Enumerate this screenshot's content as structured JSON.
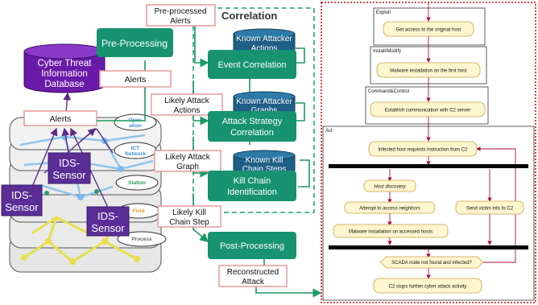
{
  "left": {
    "db": "Cyber Threat Information Database",
    "db_lines": [
      "Cyber Threat",
      "Information",
      "Database"
    ],
    "preprocessing": "Pre-Processing",
    "preprocessed_alerts": [
      "Pre-processed",
      "Alerts"
    ],
    "alerts_right": "Alerts",
    "alerts_left": "Alerts",
    "correlation_title": "Correlation",
    "known_attacker_actions": [
      "Known Attacker",
      "Actions"
    ],
    "event_correlation": "Event Correlation",
    "likely_attack_actions": [
      "Likely Attack",
      "Actions"
    ],
    "known_attacker_graphs": [
      "Known Attacker",
      "Graphs"
    ],
    "attack_strategy": [
      "Attack Strategy",
      "Correlation"
    ],
    "likely_attack_graph": [
      "Likely Attack",
      "Graph"
    ],
    "known_kill_chain": [
      "Known Kill",
      "Chain Steps"
    ],
    "kill_chain_identification": [
      "Kill Chain",
      "Identification"
    ],
    "likely_kill_chain_step": [
      "Likely Kill",
      "Chain Step"
    ],
    "postprocessing": "Post-Processing",
    "reconstructed_attack": [
      "Reconstructed",
      "Attack"
    ],
    "ids_sensor": [
      "IDS-",
      "Sensor"
    ],
    "layers": [
      "Oper-",
      "ation",
      "ICT",
      "Network",
      "Station",
      "Field",
      "Process"
    ]
  },
  "right": {
    "lanes": [
      "Exploit",
      "Install/Modify",
      "Command&Control",
      "Act"
    ],
    "exploit_step": "Get access to the original host",
    "install_step": "Malware installation on the first host",
    "c2_step": "Establish communication with C2 server",
    "act_steps": {
      "request": "Infected host requests instruction from C2",
      "discovery": "Host discovery",
      "neighbors": "Attempt to access neighbors",
      "send_info": "Send victim info to C2",
      "malware_accessed": "Malware installation on accessed hosts",
      "decision": "SCADA node not found and infected?",
      "stop": "C2 stops further cyber attack activity"
    }
  },
  "colors": {
    "green": "#17936f",
    "cylinder": "#1f5f86",
    "db": "#6a1aa8",
    "sensor": "#5b2d96",
    "arrow_green": "#1b9a63",
    "uml_arrow": "#a5123b",
    "note_fill": "#fdf6cf",
    "note_border": "#c9a04a",
    "dotted_border": "#d0101a"
  }
}
